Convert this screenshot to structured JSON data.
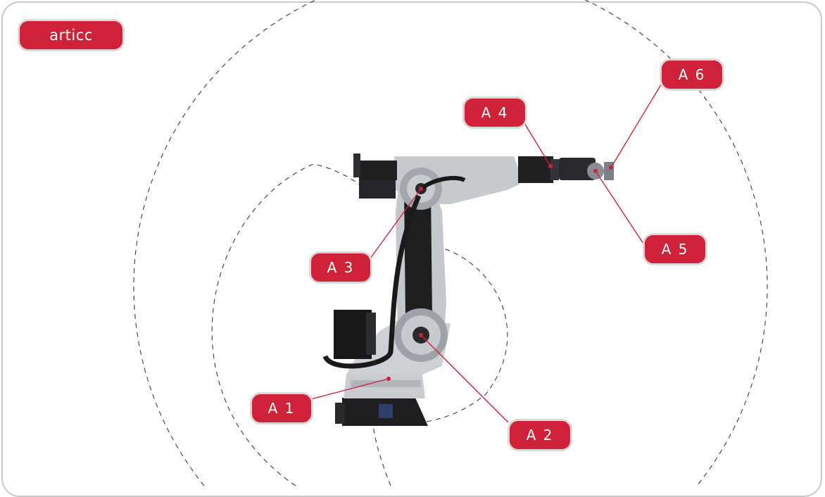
{
  "brand": {
    "label": "articc"
  },
  "axes": [
    {
      "id": "a1",
      "label": "A 1"
    },
    {
      "id": "a2",
      "label": "A 2"
    },
    {
      "id": "a3",
      "label": "A 3"
    },
    {
      "id": "a4",
      "label": "A 4"
    },
    {
      "id": "a5",
      "label": "A 5"
    },
    {
      "id": "a6",
      "label": "A 6"
    }
  ],
  "colors": {
    "accent": "#cf2137",
    "robot_body": "#d2d4d7",
    "robot_dark": "#1c1c1e"
  }
}
